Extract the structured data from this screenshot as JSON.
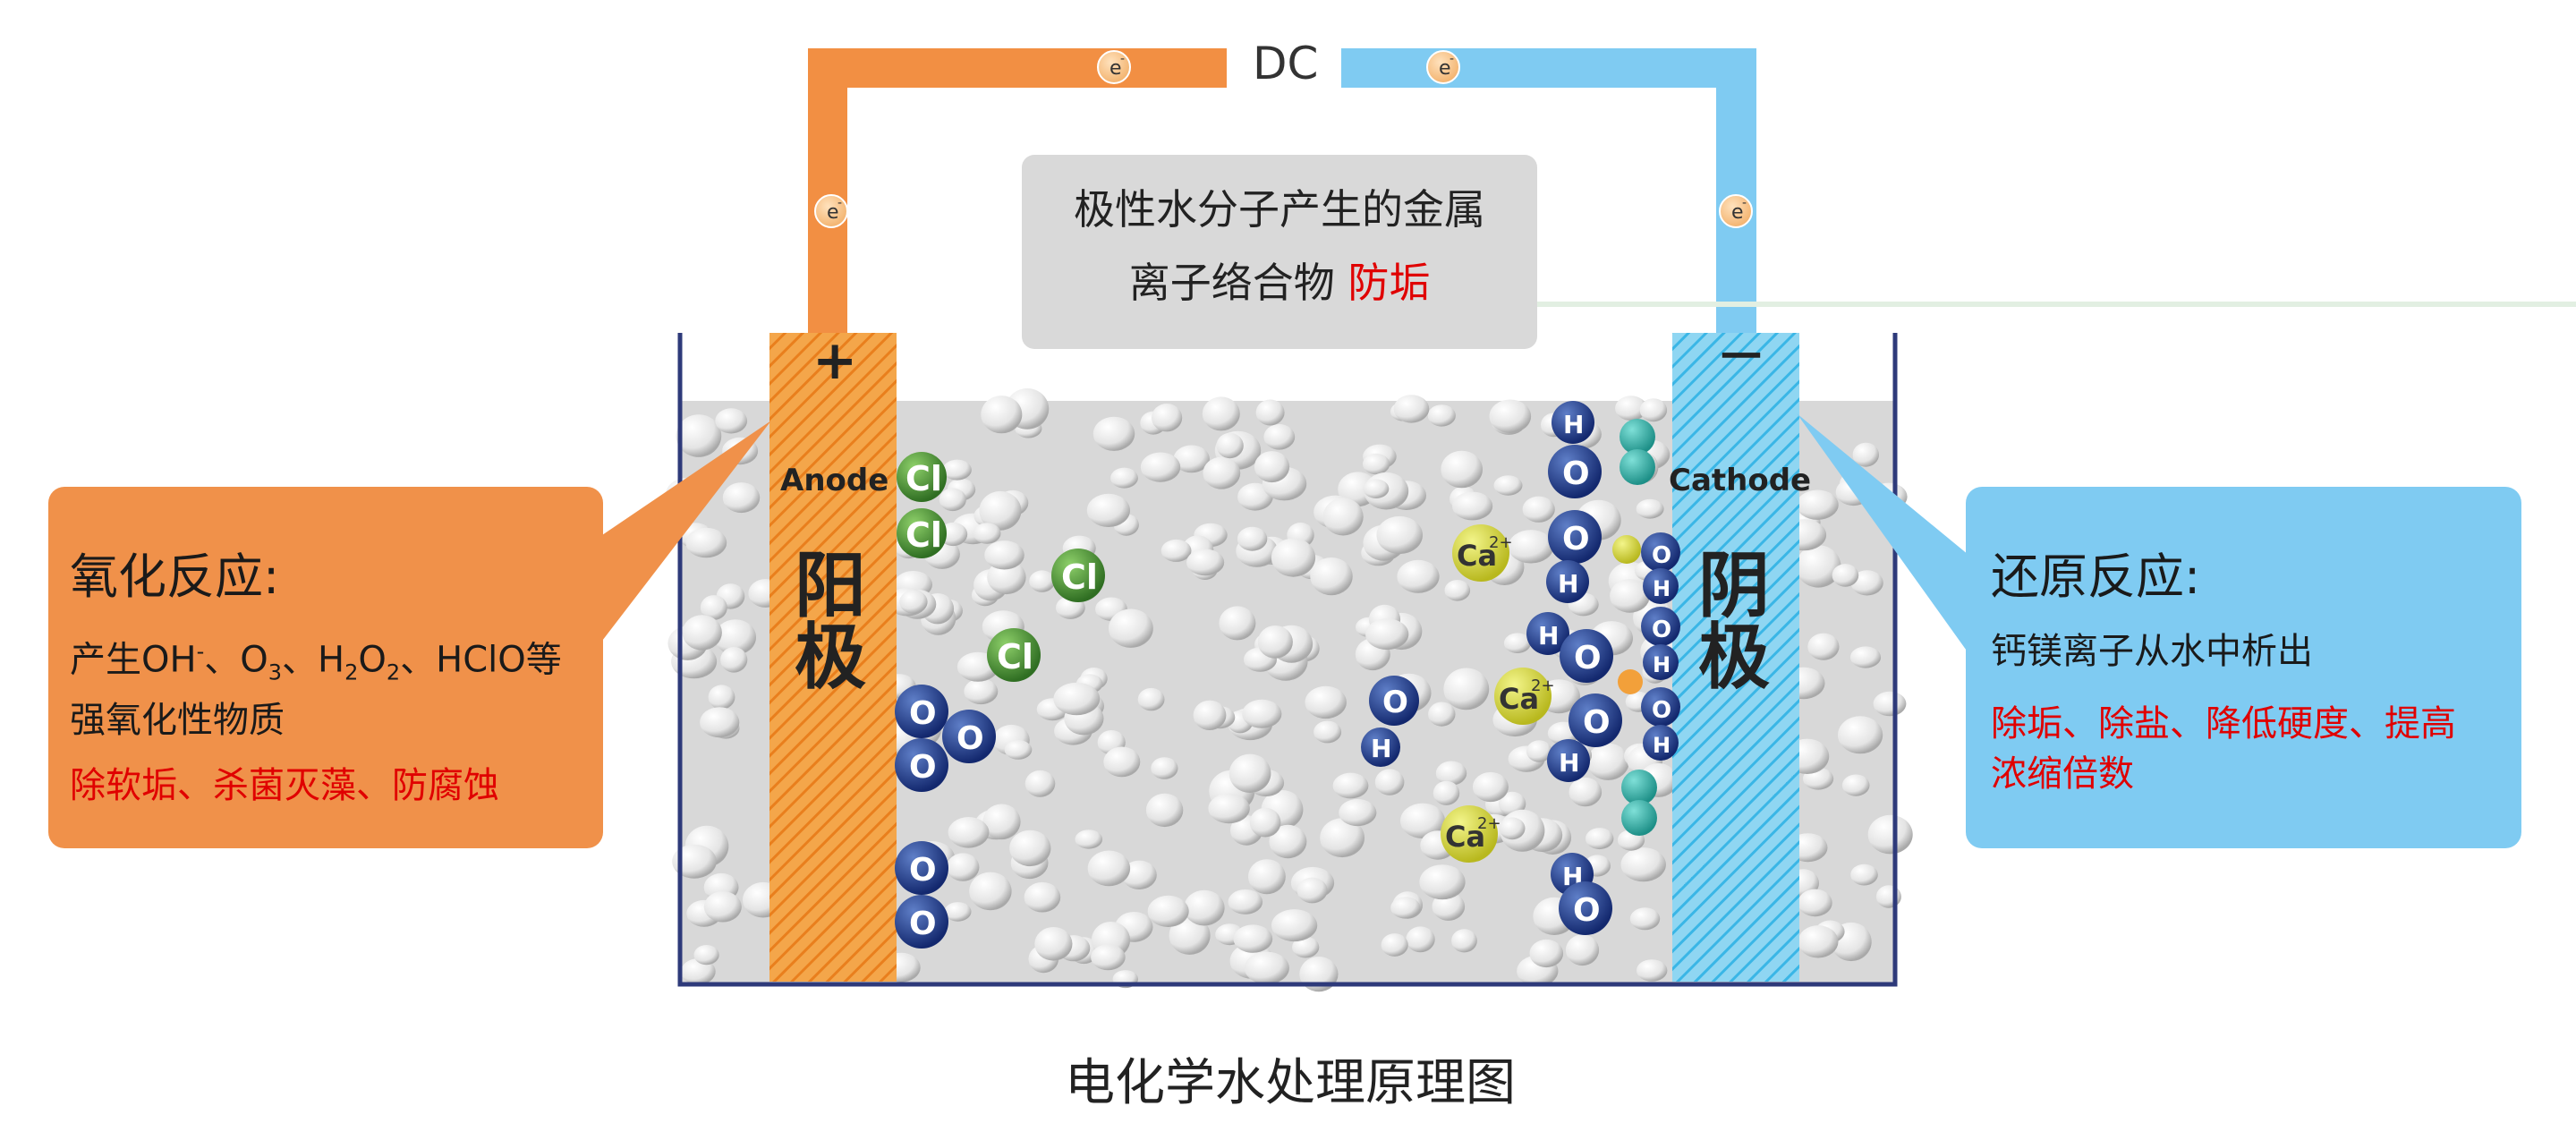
{
  "circuit": {
    "power_label": "DC",
    "electron_symbol": "e",
    "anode_color": "#f28f43",
    "cathode_color": "#7fcbf2"
  },
  "center_note": {
    "line1": "极性水分子产生的金属",
    "line2_prefix": "离子络合物",
    "line2_highlight": "防垢"
  },
  "electrodes": {
    "anode_sign": "+",
    "anode_label_en": "Anode",
    "anode_label_cn_1": "阳",
    "anode_label_cn_2": "极",
    "cathode_sign": "－",
    "cathode_label_en": "Cathode",
    "cathode_label_cn_1": "阴",
    "cathode_label_cn_2": "极"
  },
  "molecules": {
    "cl": "Cl",
    "o": "O",
    "h": "H",
    "ca": "Ca",
    "ca_charge": "2+"
  },
  "left_box": {
    "title": "氧化反应:",
    "line1_a": "产生OH",
    "line1_sup": "-",
    "line1_b": "、O",
    "line1_sub3": "3",
    "line1_c": "、H",
    "line1_sub2a": "2",
    "line1_d": "O",
    "line1_sub2b": "2",
    "line1_e": "、HClO等",
    "line2": "强氧化性物质",
    "red": "除软垢、杀菌灭藻、防腐蚀",
    "color": "#f0914a"
  },
  "right_box": {
    "title": "还原反应:",
    "line1": "钙镁离子从水中析出",
    "red_line1": "除垢、除盐、降低硬度、提高",
    "red_line2": "浓缩倍数",
    "color": "#7fcbf2"
  },
  "caption": "电化学水处理原理图"
}
